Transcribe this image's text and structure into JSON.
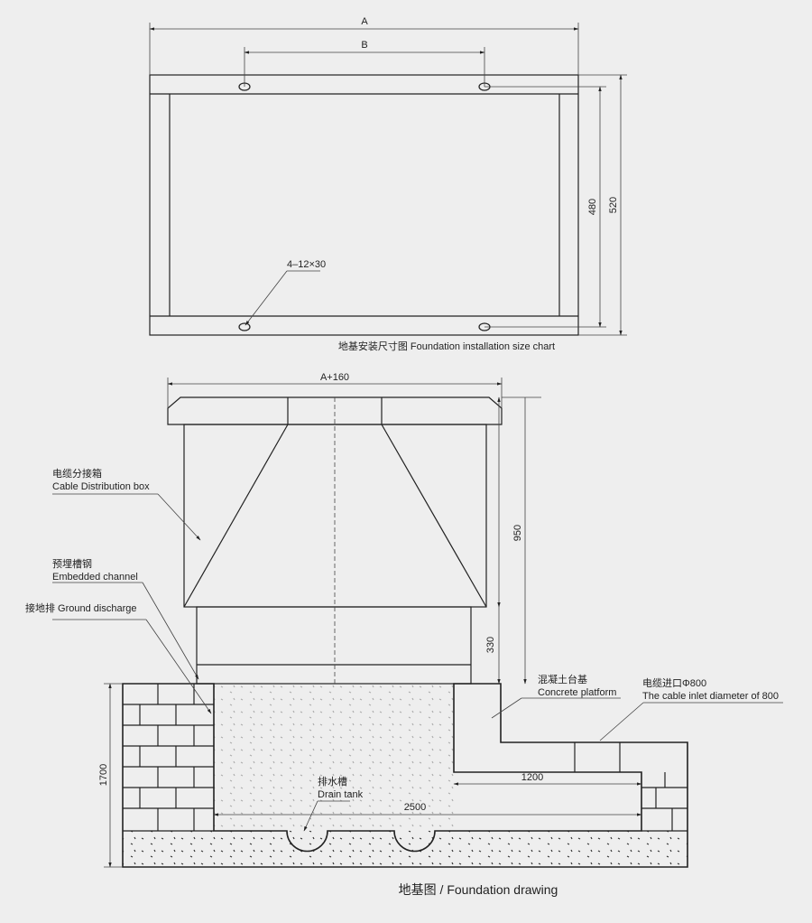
{
  "top_view": {
    "dim_a": "A",
    "dim_b": "B",
    "dim_480": "480",
    "dim_520": "520",
    "hole_spec": "4–12×30",
    "caption": "地基安装尺寸图  Foundation installation size chart"
  },
  "section_view": {
    "dim_a160": "A+160",
    "dim_950": "950",
    "dim_330": "330",
    "dim_1700": "1700",
    "dim_1200": "1200",
    "dim_2500": "2500",
    "labels": {
      "cable_box_cn": "电缆分接箱",
      "cable_box_en": "Cable Distribution box",
      "channel_cn": "预埋槽钢",
      "channel_en": "Embedded channel",
      "ground": "接地排  Ground discharge",
      "platform_cn": "混凝土台基",
      "platform_en": "Concrete platform",
      "inlet_cn": "电缆进口Φ800",
      "inlet_en": "The cable inlet diameter of 800",
      "drain_cn": "排水槽",
      "drain_en": "Drain tank"
    },
    "caption": "地基图 / Foundation drawing"
  }
}
